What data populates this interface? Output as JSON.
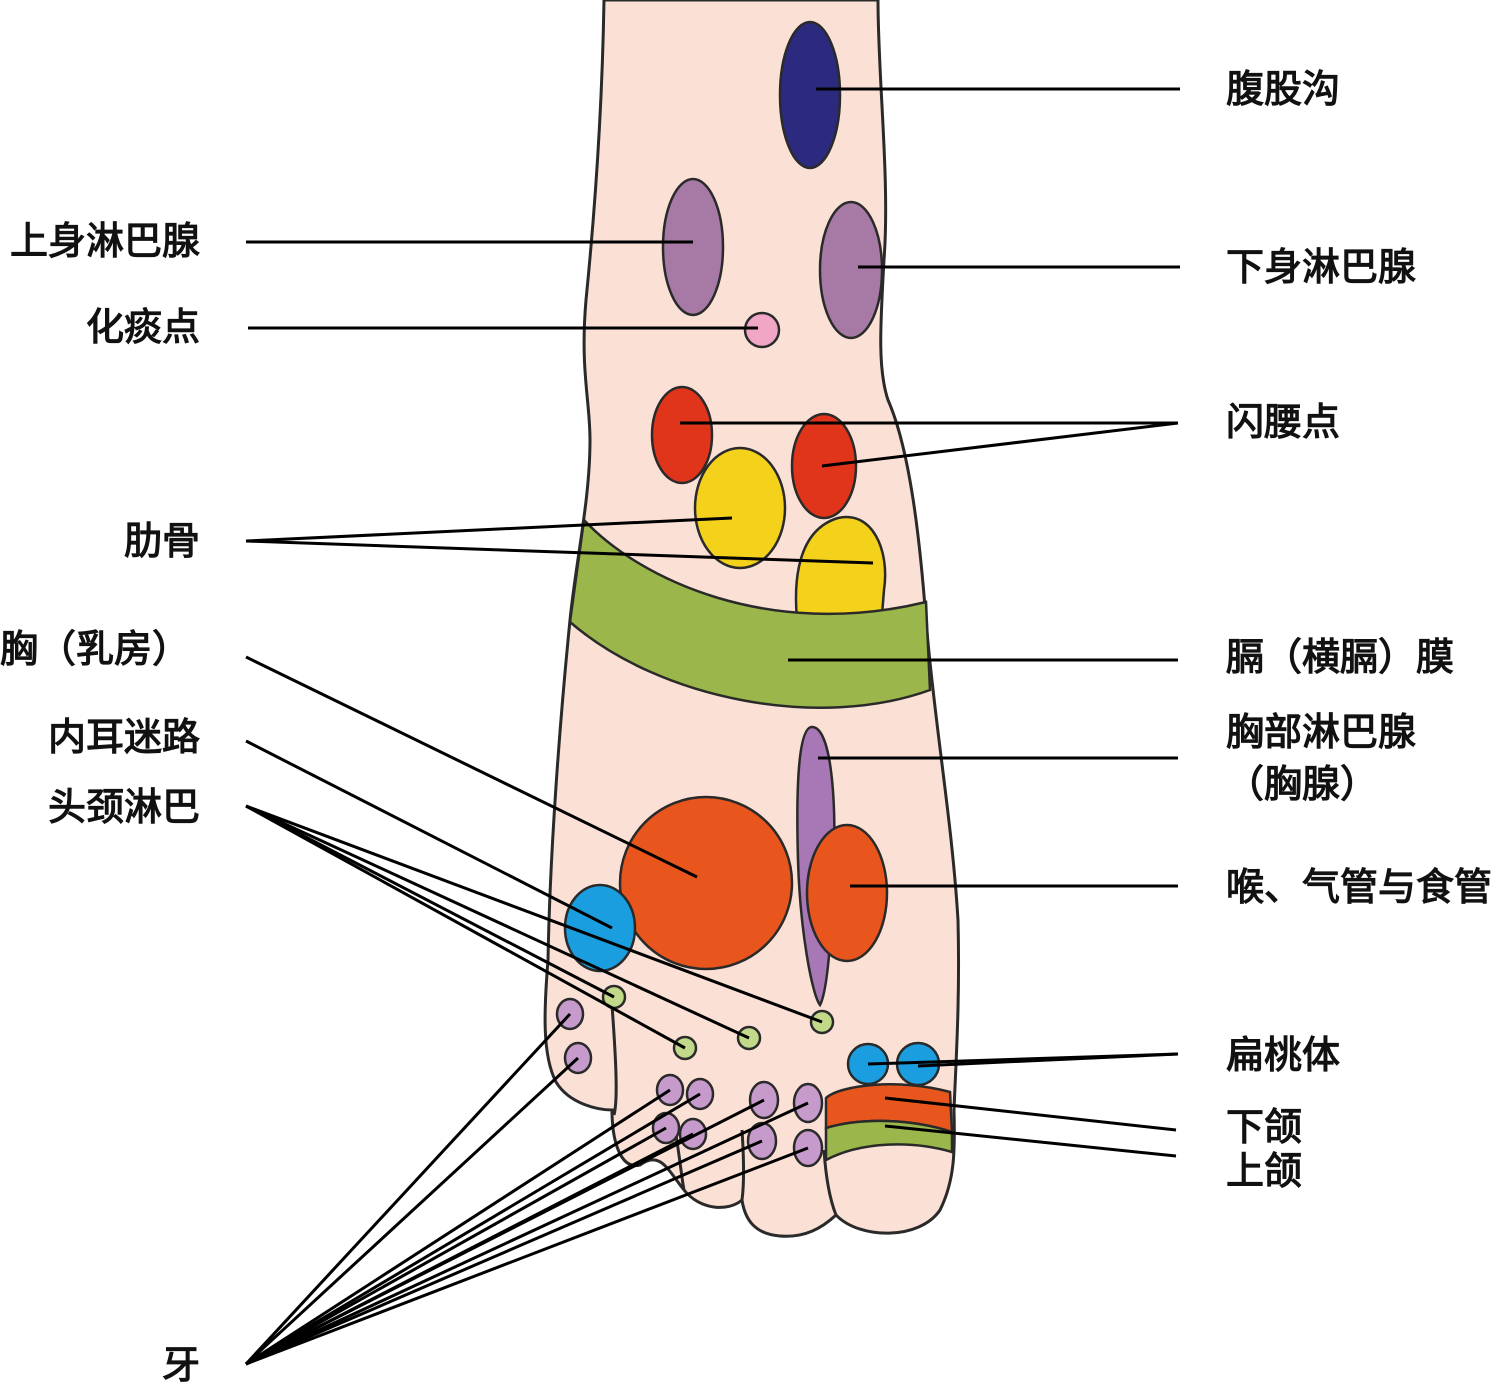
{
  "colors": {
    "skin": "#fbe0d6",
    "outline": "#2a2a2a",
    "groin": "#2b2a7e",
    "lymph_body": "#a77aa5",
    "phlegm": "#f2a6c6",
    "lumbar": "#e0351b",
    "ribs": "#f4d21c",
    "diaphragm": "#9bb64a",
    "chest": "#e8561e",
    "chest_lymph": "#a877b6",
    "inner_ear": "#1a9ee0",
    "head_neck": "#c2d98a",
    "teeth": "#c69bcc",
    "jaw": "#e8561e"
  },
  "labels": {
    "groin": "腹股沟",
    "upper_lymph": "上身淋巴腺",
    "lower_lymph": "下身淋巴腺",
    "phlegm": "化痰点",
    "lumbar": "闪腰点",
    "ribs": "肋骨",
    "chest_breast": "胸（乳房）",
    "diaphragm": "膈（横膈）膜",
    "chest_lymph_1": "胸部淋巴腺",
    "chest_lymph_2": "（胸腺）",
    "inner_ear": "内耳迷路",
    "head_neck_lymph": "头颈淋巴",
    "throat": "喉、气管与食管",
    "tonsils": "扁桃体",
    "lower_jaw": "下颌",
    "upper_jaw": "上颌",
    "teeth": "牙"
  }
}
